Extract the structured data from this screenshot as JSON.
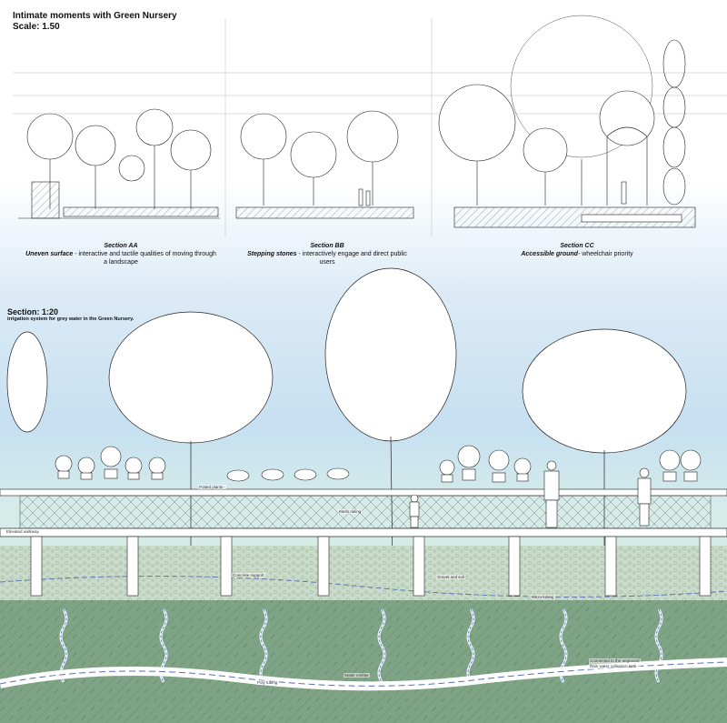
{
  "header": {
    "title": "Intimate moments with Green Nursery",
    "scale": "Scale: 1.50"
  },
  "sections_150": [
    {
      "name": "Section AA",
      "emphasis": "Uneven surface",
      "text": " - interactive and tactile qualities of moving through a landscape"
    },
    {
      "name": "Section BB",
      "emphasis": "Stepping stones",
      "text": " - interactively engage and direct public users"
    },
    {
      "name": "Section CC",
      "emphasis": "Accessible ground",
      "text": "- wheelchair priority"
    }
  ],
  "section_120": {
    "title": "Section: 1:20",
    "subtitle": "irrigation system for grey water in the Green Nursery."
  },
  "labels": {
    "potted_plants": "Potted plants -",
    "mesh_railing": "Mesh railing",
    "elevated_walkway": "Elevated walkway",
    "concrete_support": "Concrete support",
    "gravel_and_soil": "Gravel and soil",
    "micro_tubing": "Micro tubing",
    "connected_line1": "Connected to the unground",
    "connected_line2": "Rain water collection tank",
    "water_emitter": "Water emitter",
    "poly_tubing": "Poly tubing"
  },
  "colors": {
    "sky": "#c6e0f1",
    "ground": "#7fa485",
    "gravel": "#c9dbc9",
    "tubing": "#5a6fb0",
    "linework": "#222222"
  }
}
